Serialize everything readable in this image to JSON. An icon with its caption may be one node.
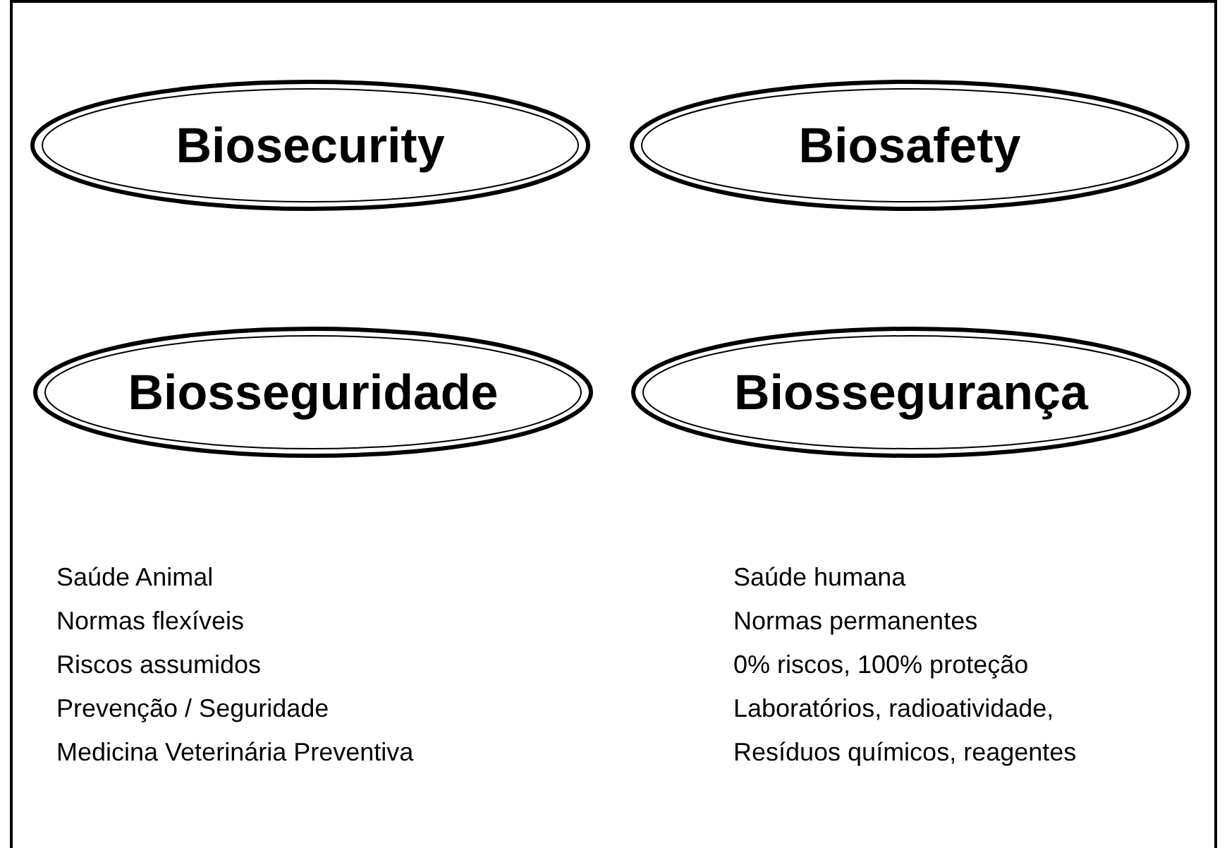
{
  "diagram": {
    "nodes": [
      {
        "text": [
          "Biosecurity"
        ]
      },
      {
        "text": [
          "Biosafety"
        ]
      },
      {
        "text": [
          "Biosseguridade"
        ]
      },
      {
        "text": [
          "Biossegurança"
        ]
      }
    ],
    "labels": [
      "Saúde Animal",
      "Normas flexíveis",
      "Riscos assumidos",
      "Prevenção / Seguridade",
      "Medicina Veterinária Preventiva",
      "Saúde humana",
      "Normas permanentes",
      "0% riscos, 100% proteção",
      "Laboratórios, radioatividade,",
      "Resíduos químicos, reagentes"
    ]
  }
}
